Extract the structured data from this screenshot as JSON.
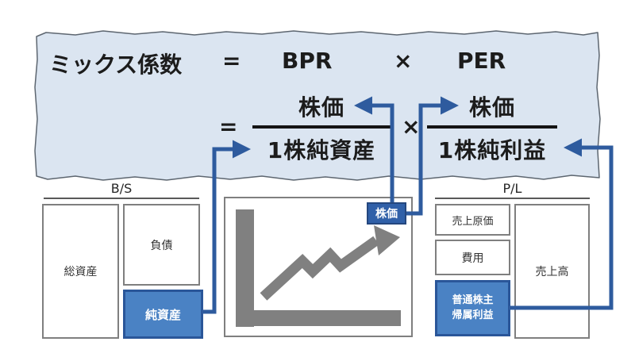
{
  "formula": {
    "title": "ミックス係数",
    "eq1": "=",
    "bpr": "BPR",
    "times1": "×",
    "per": "PER",
    "eq2": "=",
    "frac1_num": "株価",
    "frac1_den": "1株純資産",
    "times2": "×",
    "frac2_num": "株価",
    "frac2_den": "1株純利益"
  },
  "bs": {
    "title": "B/S",
    "total_assets": "総資産",
    "liabilities": "負債",
    "net_assets": "純資産"
  },
  "chart": {
    "price_label": "株価"
  },
  "pl": {
    "title": "P/L",
    "cost_of_sales": "売上原価",
    "expenses": "費用",
    "profit_line1": "普通株主",
    "profit_line2": "帰属利益",
    "sales": "売上高"
  },
  "colors": {
    "paper_fill": "#dbe5f1",
    "paper_edge": "#5d6670",
    "connector_blue": "#2e5b9e",
    "highlight_fill": "#4a82c4",
    "highlight_border": "#2a5699",
    "price_label_fill": "#3060a8",
    "box_border_gray": "#7f7f7f",
    "chart_gray": "#808080",
    "text_black": "#1c1c1c"
  }
}
